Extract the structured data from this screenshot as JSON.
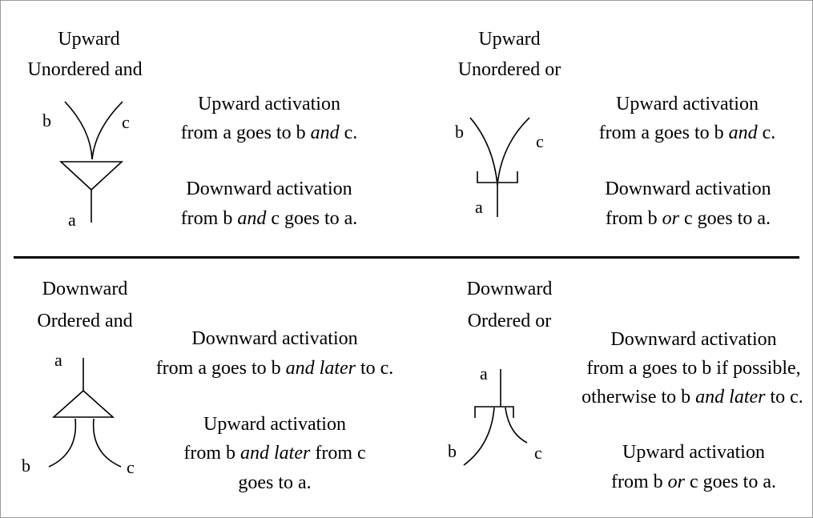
{
  "panels": {
    "upward_and": {
      "title_line1": "Upward",
      "title_line2": "Unordered and",
      "desc1_line1": "Upward activation",
      "desc1_line2_pre": "from a goes to b ",
      "desc1_line2_em": "and",
      "desc1_line2_post": " c.",
      "desc2_line1": "Downward activation",
      "desc2_line2_pre": "from b ",
      "desc2_line2_em": "and",
      "desc2_line2_post": " c goes to a.",
      "node_a": "a",
      "node_b": "b",
      "node_c": "c"
    },
    "upward_or": {
      "title_line1": "Upward",
      "title_line2": "Unordered or",
      "desc1_line1": "Upward activation",
      "desc1_line2_pre": "from a goes to b ",
      "desc1_line2_em": "and",
      "desc1_line2_post": " c.",
      "desc2_line1": "Downward activation",
      "desc2_line2_pre": "from b ",
      "desc2_line2_em": "or",
      "desc2_line2_post": " c goes to a.",
      "node_a": "a",
      "node_b": "b",
      "node_c": "c"
    },
    "downward_and": {
      "title_line1": "Downward",
      "title_line2": "Ordered and",
      "desc1_line1": "Downward activation",
      "desc1_line2_pre": "from a goes to b ",
      "desc1_line2_em": "and later",
      "desc1_line2_post": " to c.",
      "desc2_line1": "Upward activation",
      "desc2_line2_pre": "from b ",
      "desc2_line2_em": "and later",
      "desc2_line2_post": " from c",
      "desc2_line3": "goes to a.",
      "node_a": "a",
      "node_b": "b",
      "node_c": "c"
    },
    "downward_or": {
      "title_line1": "Downward",
      "title_line2": "Ordered or",
      "desc1_line1": "Downward activation",
      "desc1_line2": "from a goes to b if possible,",
      "desc1_line3_pre": "otherwise to b ",
      "desc1_line3_em": "and later",
      "desc1_line3_post": " to c.",
      "desc2_line1": "Upward activation",
      "desc2_line2_pre": "from b ",
      "desc2_line2_em": "or",
      "desc2_line2_post": " c goes to a.",
      "node_a": "a",
      "node_b": "b",
      "node_c": "c"
    }
  }
}
